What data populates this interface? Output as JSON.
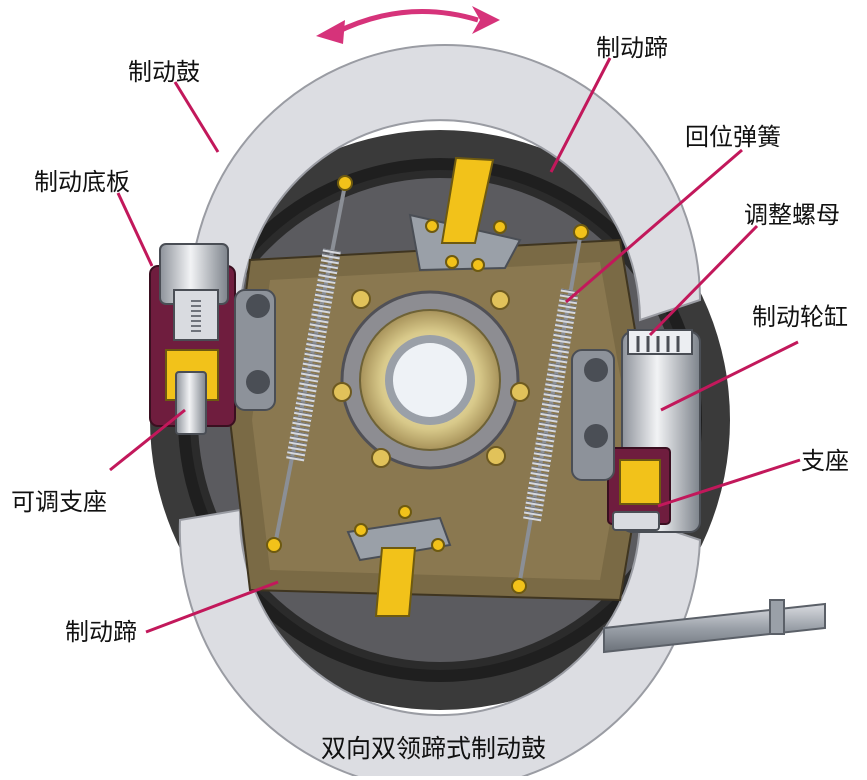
{
  "labels": {
    "drum_top": "制动鼓",
    "shoe_top": "制动蹄",
    "backing_plate": "制动底板",
    "return_spring": "回位弹簧",
    "adjust_nut": "调整螺母",
    "wheel_cylinder": "制动轮缸",
    "support": "支座",
    "adjustable_support": "可调支座",
    "shoe_bottom": "制动蹄"
  },
  "caption": "双向双领蹄式制动鼓",
  "colors": {
    "leader": "#c2185b",
    "arrow": "#d6337a",
    "drum_outer": "#3a3a3a",
    "drum_inner": "#1f1f1f",
    "shoe": "#dcdde2",
    "plate": "#7a6a45",
    "pad": "#f2c21a",
    "hub": "#d8c98a",
    "bore": "#eef2f6"
  },
  "icons": [
    "rotation-arrow-icon"
  ]
}
